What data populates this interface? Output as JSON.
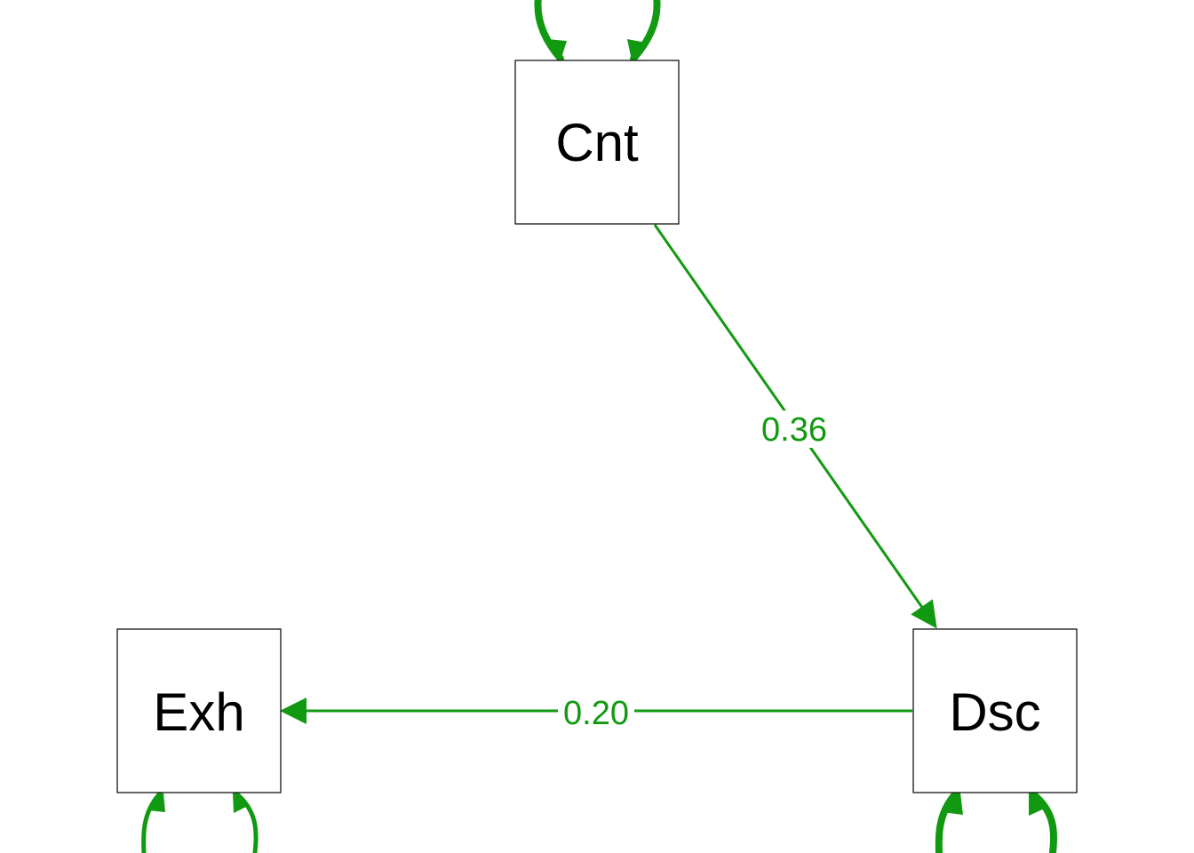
{
  "diagram": {
    "colors": {
      "edge": "#119911",
      "node_border": "#000000",
      "node_text": "#000000",
      "background": "#ffffff"
    },
    "nodes": [
      {
        "id": "cnt",
        "label": "Cnt"
      },
      {
        "id": "exh",
        "label": "Exh"
      },
      {
        "id": "dsc",
        "label": "Dsc"
      }
    ],
    "edges": [
      {
        "from": "Cnt",
        "to": "Dsc",
        "label": "0.36"
      },
      {
        "from": "Dsc",
        "to": "Exh",
        "label": "0.20"
      }
    ]
  }
}
